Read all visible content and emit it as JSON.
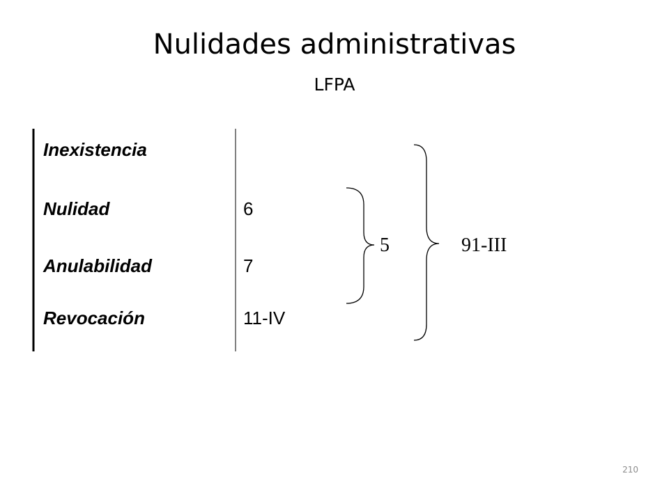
{
  "slide": {
    "title": "Nulidades administrativas",
    "subtitle": "LFPA",
    "page_number": "210"
  },
  "table": {
    "rows": [
      {
        "term": "Inexistencia",
        "article": ""
      },
      {
        "term": "Nulidad",
        "article": "6"
      },
      {
        "term": "Anulabilidad",
        "article": "7"
      },
      {
        "term": "Revocación",
        "article": "11-IV"
      }
    ]
  },
  "braces": {
    "inner_label": "5",
    "outer_label": "91-III"
  }
}
